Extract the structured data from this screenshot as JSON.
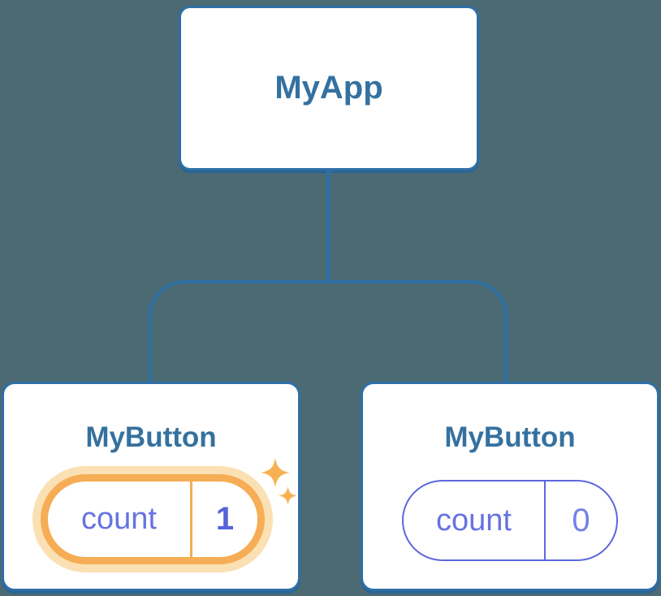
{
  "diagram": {
    "type": "component-tree",
    "root": {
      "label": "MyApp"
    },
    "children": [
      {
        "label": "MyButton",
        "state_key": "count",
        "state_value": "1",
        "highlighted": true,
        "decoration": "sparkles"
      },
      {
        "label": "MyButton",
        "state_key": "count",
        "state_value": "0",
        "highlighted": false,
        "decoration": "none"
      }
    ]
  },
  "icons": {
    "sparkle_large": "sparkle-large-icon",
    "sparkle_small": "sparkle-small-icon"
  },
  "colors": {
    "background": "#4b6a73",
    "node_fill": "#ffffff",
    "node_border": "#2e6fa5",
    "connector": "#2d6fa3",
    "node_title_text": "#35719f",
    "state_key_text": "#6673e1",
    "state_value_highlight_text": "#5562d9",
    "state_value_text": "#7580e8",
    "pill_border": "#5c67de",
    "highlight_ring": "#f6ad55",
    "highlight_glow": "#fbe0b4",
    "sparkle": "#f7b152"
  }
}
